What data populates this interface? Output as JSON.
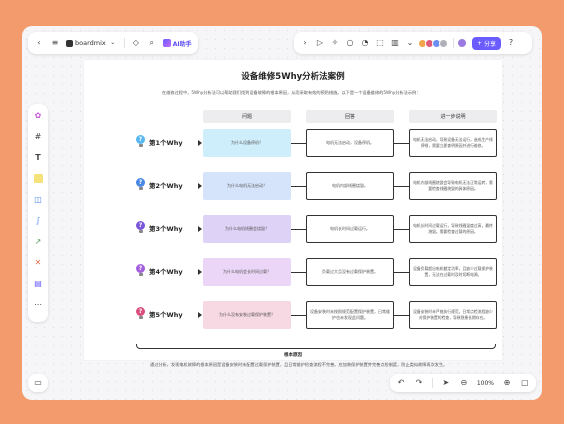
{
  "app": {
    "brand": "boardmix",
    "ai_label": "AI助手",
    "share_label": "分享",
    "zoom": "100%"
  },
  "doc": {
    "title": "设备维修5Why分析法案例",
    "intro": "在维修过程中，5Why分析法可以帮助我们找到设备故障的根本原因，从而采取有效的预防措施。以下是一个设备维修的5Why分析法示例：",
    "headers": [
      "问题",
      "回答",
      "进一步说明"
    ],
    "rows": [
      {
        "label": "第1个Why",
        "color": "#58b7f0",
        "question_bg": "#cfeefc",
        "question": "为什么设备停机？",
        "answer": "电机无法启动，设备停机。",
        "detail": "电机无法启动，导致设备无法运行，造成生产线停顿，需要立即查明原因并进行维修。"
      },
      {
        "label": "第2个Why",
        "color": "#4a88e6",
        "question_bg": "#d6e4fb",
        "question": "为什么电机无法启动？",
        "answer": "电机内部线圈烧毁。",
        "detail": "电机内部线圈烧毁会导致电机无法正常运转，需要检查线圈烧毁的具体原因。"
      },
      {
        "label": "第3个Why",
        "color": "#7a57d8",
        "question_bg": "#ded2f7",
        "question": "为什么电机线圈会烧毁？",
        "answer": "电机长时间过载运行。",
        "detail": "电机长时间过载运行，导致线圈温度过高，最终烧毁。需要检查过载的原因。"
      },
      {
        "label": "第4个Why",
        "color": "#a45fdc",
        "question_bg": "#ebd6f7",
        "question": "为什么电机会长时间过载？",
        "answer": "负载过大且没有过载保护装置。",
        "detail": "设备负载超出电机额定功率，且缺少过载保护装置，无法在过载时及时切断电源。"
      },
      {
        "label": "第5个Why",
        "color": "#d9507e",
        "question_bg": "#f7d9e3",
        "question": "为什么没有安装过载保护装置？",
        "answer": "设备安装时未按照规范配置保护装置，日常维护也未发现此问题。",
        "detail": "设备安装时未严格执行规范，日常点检流程缺少对保护装置的检查，导致隐患长期存在。"
      }
    ],
    "root_label": "根本原因",
    "conclusion": "通过分析，发现电机故障的根本原因是设备安装时未配置过载保护装置，且日常维护检查流程不完善。应加装保护装置并完善点检制度，防止类似故障再次发生。"
  }
}
